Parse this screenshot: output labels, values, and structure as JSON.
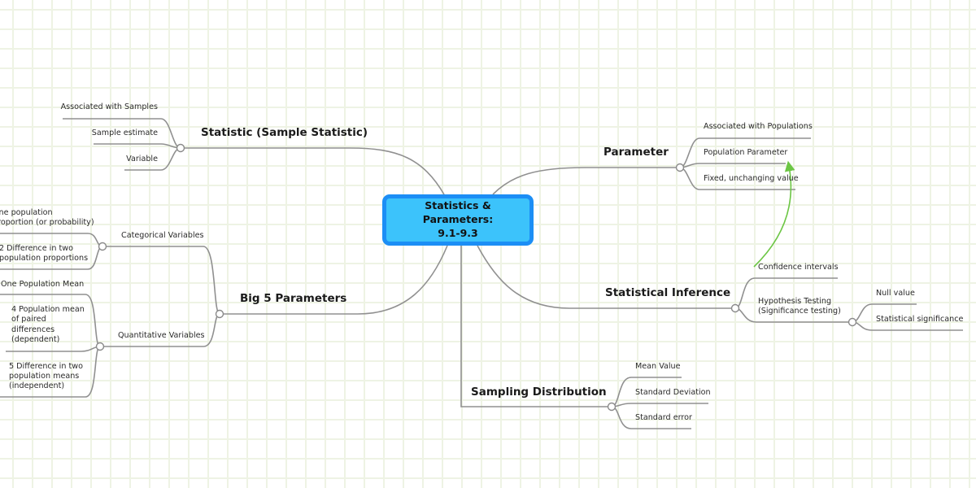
{
  "central_topic": {
    "line1": "Statistics & Parameters:",
    "line2": "9.1-9.3",
    "fill_color": "#3cc3fb",
    "border_color": "#1c8ef5"
  },
  "topics": {
    "statistic": {
      "label": "Statistic (Sample Statistic)",
      "children": [
        "Associated with Samples",
        "Sample estimate",
        "Variable"
      ]
    },
    "parameter": {
      "label": "Parameter",
      "children": [
        "Associated with Populations",
        "Population Parameter",
        "Fixed, unchanging value"
      ]
    },
    "big5": {
      "label": "Big 5 Parameters",
      "categorical": {
        "label": "Categorical Variables",
        "children": [
          [
            "One population",
            "proportion (or probability)"
          ],
          [
            "2 Difference in two",
            "population proportions"
          ]
        ]
      },
      "quantitative": {
        "label": "Quantitative Variables",
        "children": [
          [
            "One Population Mean"
          ],
          [
            "4 Population mean",
            "of paired",
            "differences",
            "(dependent)"
          ],
          [
            "5 Difference in two",
            "population means",
            "(independent)"
          ]
        ]
      }
    },
    "inference": {
      "label": "Statistical Inference",
      "children": {
        "confidence": "Confidence intervals",
        "hypothesis": {
          "lines": [
            "Hypothesis Testing",
            "(Significance testing)"
          ],
          "children": [
            "Null value",
            "Statistical significance"
          ]
        }
      }
    },
    "sampling": {
      "label": "Sampling Distribution",
      "children": [
        "Mean Value",
        "Standard Deviation",
        "Standard error"
      ]
    }
  },
  "relationship": {
    "from": "Confidence intervals",
    "to": "Population Parameter",
    "color": "#6cc644"
  }
}
